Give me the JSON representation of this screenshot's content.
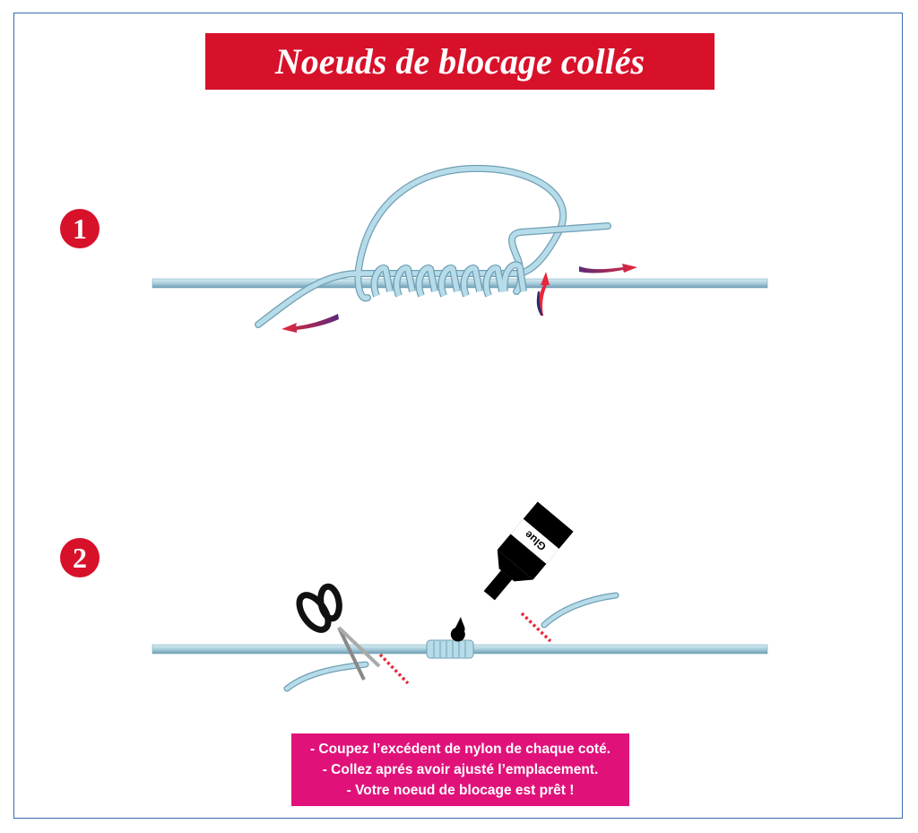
{
  "title": "Noeuds de blocage collés",
  "steps": [
    {
      "number": "1"
    },
    {
      "number": "2"
    }
  ],
  "glue_label": "Glue",
  "instructions": [
    "- Coupez l’excédent de nylon de chaque coté.",
    "- Collez  aprés avoir ajusté l’emplacement.",
    "- Votre noeud de blocage est prêt !"
  ],
  "colors": {
    "title_bg": "#d8112a",
    "note_bg": "#e0127a",
    "line": "#b7dce9",
    "frame": "#3a6db0"
  }
}
